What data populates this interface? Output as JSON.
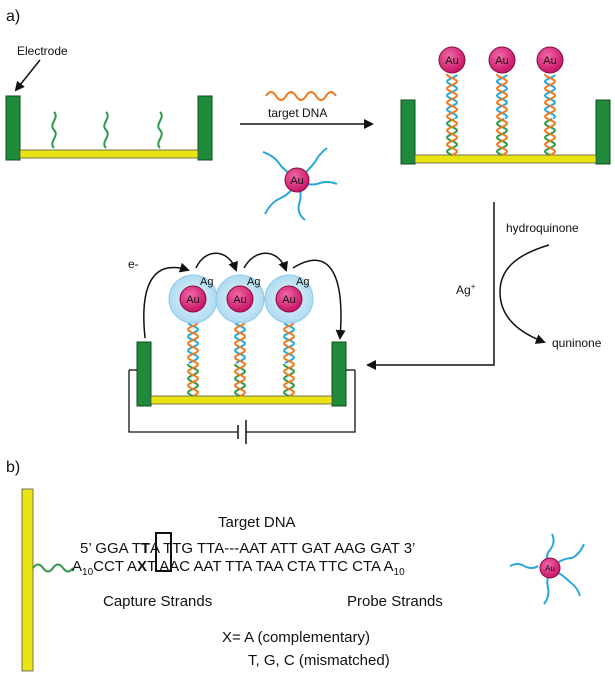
{
  "panel_a": {
    "label": "a)",
    "electrode_label": "Electrode",
    "target_label": "target DNA",
    "au_label": "Au",
    "ag_label": "Ag",
    "electron_label": "e-",
    "hydroquinone": "hydroquinone",
    "ag_ion": "Ag",
    "ag_ion_sup": "+",
    "quinone": "quninone"
  },
  "panel_b": {
    "label": "b)",
    "title": "Target DNA",
    "top_5": "5’ GGA T",
    "top_T": "T",
    "top_rest": "A TTG TTA---AAT ATT GAT  AAG GAT 3’",
    "bot_A": "A",
    "bot_sub1": "10",
    "bot_mid": "CCT A",
    "bot_X": "X",
    "bot_rest": "T AAC AAT     TTA TAA  CTA  TTC CTA  A",
    "bot_sub2": "10",
    "capture_label": "Capture Strands",
    "probe_label": "Probe Strands",
    "x_def1": "X= A (complementary)",
    "x_def2": "T, G, C (mismatched)",
    "au_label": "Au"
  },
  "colors": {
    "electrode_green": "#1f8a3a",
    "substrate_yellow": "#e9e312",
    "strand_orange": "#f07a1d",
    "strand_blue": "#2aa8dc",
    "strand_green": "#2e9a4a",
    "au_pink": "#e0247e",
    "ag_halo": "#bfe3f5"
  }
}
